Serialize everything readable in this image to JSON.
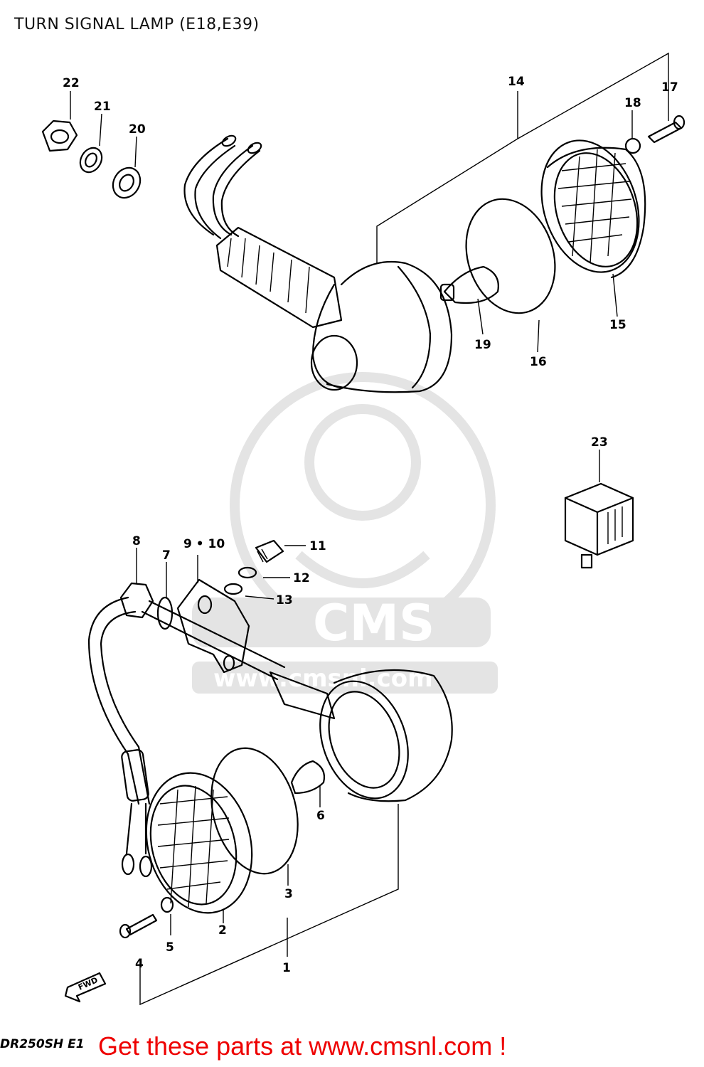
{
  "title": "TURN SIGNAL LAMP (E18,E39)",
  "watermark": {
    "brand": "CMS",
    "site": "www.cmsnl.com"
  },
  "footer": {
    "model_code": "DR250SH E1",
    "cta": "Get these parts at www.cmsnl.com !"
  },
  "direction_marker": "FWD",
  "callouts": [
    "1",
    "2",
    "3",
    "4",
    "5",
    "6",
    "7",
    "8",
    "9 • 10",
    "11",
    "12",
    "13",
    "14",
    "15",
    "16",
    "17",
    "18",
    "19",
    "20",
    "21",
    "22",
    "23"
  ],
  "colors": {
    "cta": "#ee0000",
    "ink": "#000000",
    "watermark": "#e4e4e4"
  }
}
